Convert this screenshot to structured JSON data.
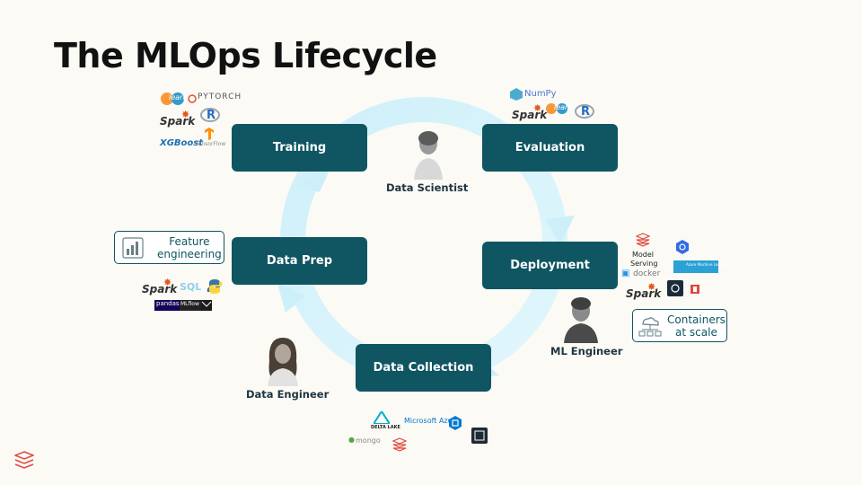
{
  "slide": {
    "title": "The MLOps Lifecycle"
  },
  "stages": {
    "training": "Training",
    "evaluation": "Evaluation",
    "deployment": "Deployment",
    "data_collection": "Data Collection",
    "data_prep": "Data Prep"
  },
  "roles": {
    "data_scientist": "Data Scientist",
    "ml_engineer": "ML Engineer",
    "data_engineer": "Data Engineer"
  },
  "callouts": {
    "feature_engineering_line1": "Feature",
    "feature_engineering_line2": "engineering",
    "containers_line1": "Containers",
    "containers_line2": "at scale",
    "model_serving_line1": "Model",
    "model_serving_line2": "Serving"
  },
  "logos": {
    "training": {
      "learn": "learn",
      "pytorch": "PYTORCH",
      "spark": "Spark",
      "r": "R",
      "xgboost": "XGBoost",
      "tensorflow": "TensorFlow"
    },
    "evaluation": {
      "numpy": "NumPy",
      "spark": "Spark",
      "learn": "learn",
      "r": "R"
    },
    "deployment": {
      "docker": "docker",
      "spark": "Spark",
      "azure_ml": "Azure Machine Learning"
    },
    "data_prep": {
      "spark": "Spark",
      "sql": "SQL",
      "pandas": "pandas",
      "mlflow": "MLflow"
    },
    "data_collection": {
      "delta_lake": "DELTA LAKE",
      "microsoft_azure": "Microsoft Azure",
      "mongo": "mongo"
    }
  },
  "colors": {
    "stage_fill": "#0f5562",
    "cycle_arrow": "#d3f2fb",
    "background": "#fbfaf5",
    "brand_red": "#e0483f"
  }
}
